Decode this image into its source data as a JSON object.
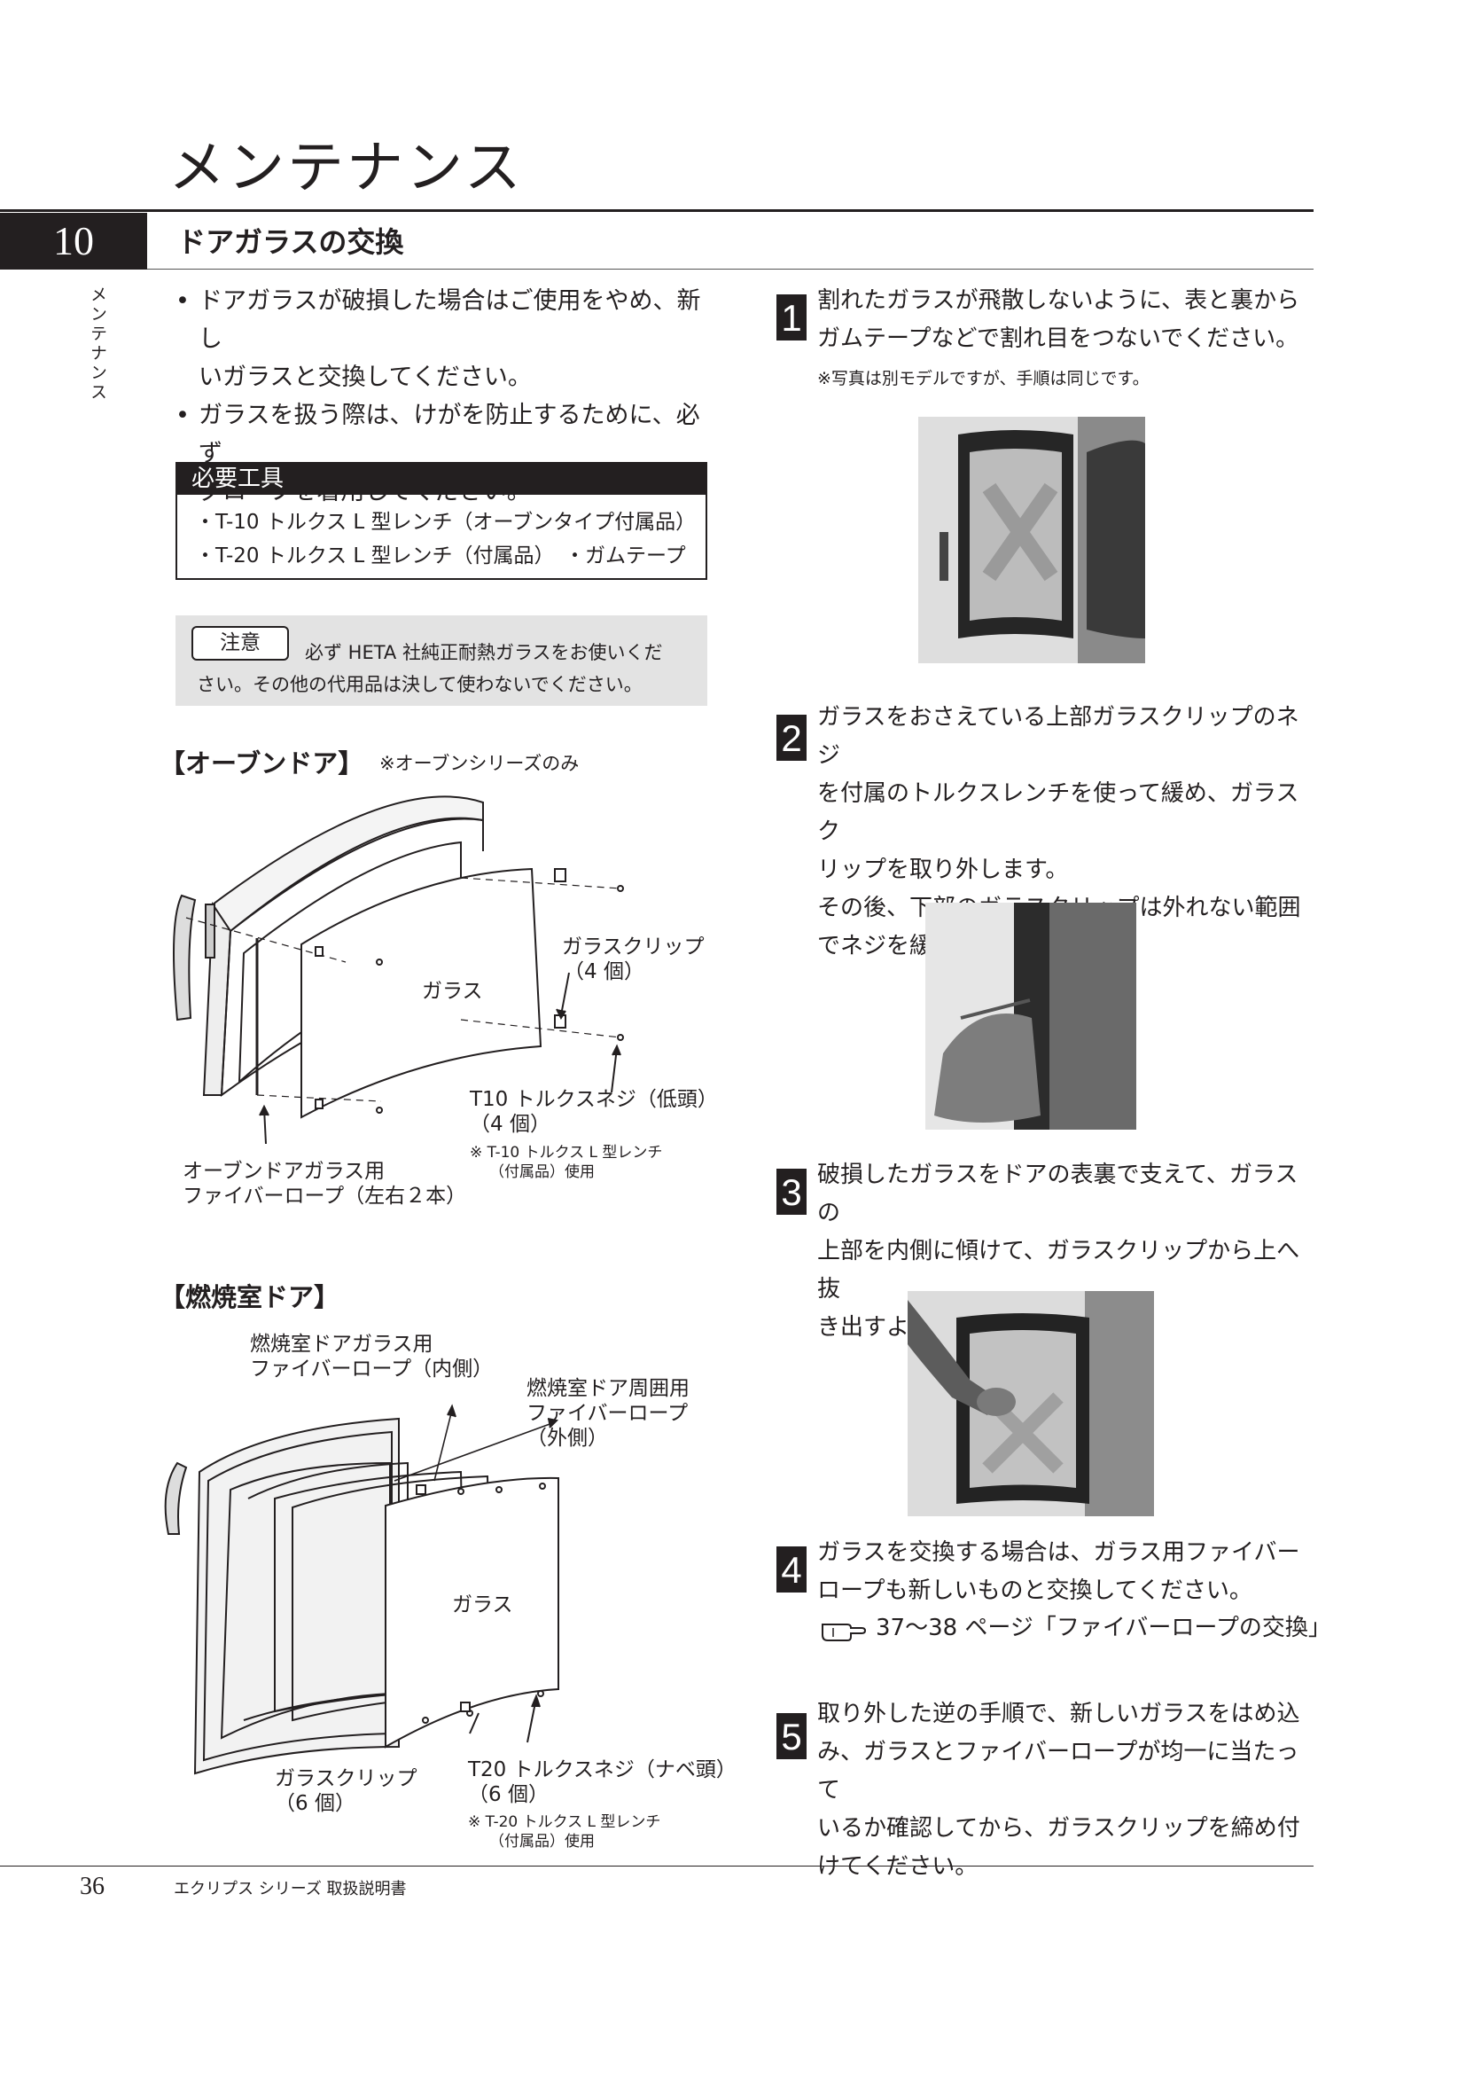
{
  "header": {
    "chapter_title": "メンテナンス",
    "section_number": "10",
    "section_title": "ドアガラスの交換",
    "side_tab": "メンテナンス"
  },
  "intro_bullets": [
    {
      "line1": "ドアガラスが破損した場合はご使用をやめ、新し",
      "line2": "いガラスと交換してください。"
    },
    {
      "line1": "ガラスを扱う際は、けがを防止するために、必ず",
      "line2": "グローブを着用してください。"
    }
  ],
  "bullet_glyph": "•",
  "tools": {
    "heading": "必要工具",
    "line1": "・T-10 トルクス L 型レンチ（オーブンタイプ付属品）",
    "line2": "・T-20 トルクス L 型レンチ（付属品）　・ガムテープ"
  },
  "caution": {
    "label": "注意",
    "line1": "必ず HETA 社純正耐熱ガラスをお使いくだ",
    "line2": "さい。その他の代用品は決して使わないでください。"
  },
  "oven_door": {
    "heading": "【オーブンドア】",
    "note": "※オーブンシリーズのみ",
    "glass_label": "ガラス",
    "clip_label_1": "ガラスクリップ",
    "clip_label_2": "（4 個）",
    "screw_label_1": "T10 トルクスネジ（低頭）",
    "screw_label_2": "（4 個）",
    "tool_note_1": "※ T-10 トルクス L 型レンチ",
    "tool_note_2": "（付属品）使用",
    "rope_label_1": "オーブンドアガラス用",
    "rope_label_2": "ファイバーロープ（左右２本）"
  },
  "combustion_door": {
    "heading": "【燃焼室ドア】",
    "inner_rope_1": "燃焼室ドアガラス用",
    "inner_rope_2": "ファイバーロープ（内側）",
    "outer_rope_1": "燃焼室ドア周囲用",
    "outer_rope_2": "ファイバーロープ",
    "outer_rope_3": "（外側）",
    "glass_label": "ガラス",
    "clip_label_1": "ガラスクリップ",
    "clip_label_2": "（6 個）",
    "screw_label_1": "T20 トルクスネジ（ナベ頭）",
    "screw_label_2": "（6 個）",
    "tool_note_1": "※ T-20 トルクス L 型レンチ",
    "tool_note_2": "（付属品）使用"
  },
  "steps": [
    {
      "num": "1",
      "lines": [
        "割れたガラスが飛散しないように、表と裏から",
        "ガムテープなどで割れ目をつないでください。"
      ],
      "note": "※写真は別モデルですが、手順は同じです。"
    },
    {
      "num": "2",
      "lines": [
        "ガラスをおさえている上部ガラスクリップのネジ",
        "を付属のトルクスレンチを使って緩め、ガラスク",
        "リップを取り外します。",
        "その後、下部のガラスクリップは外れない範囲",
        "でネジを緩めてください。"
      ]
    },
    {
      "num": "3",
      "lines": [
        "破損したガラスをドアの表裏で支えて、ガラスの",
        "上部を内側に傾けて、ガラスクリップから上へ抜",
        "き出すように外します。"
      ]
    },
    {
      "num": "4",
      "lines": [
        "ガラスを交換する場合は、ガラス用ファイバー",
        "ロープも新しいものと交換してください。"
      ],
      "ref": "37～38 ページ「ファイバーロープの交換」"
    },
    {
      "num": "5",
      "lines": [
        "取り外した逆の手順で、新しいガラスをはめ込",
        "み、ガラスとファイバーロープが均一に当たって",
        "いるか確認してから、ガラスクリップを締め付",
        "けてください。"
      ]
    }
  ],
  "footer": {
    "page_number": "36",
    "document_name": "エクリプス シリーズ  取扱説明書"
  }
}
